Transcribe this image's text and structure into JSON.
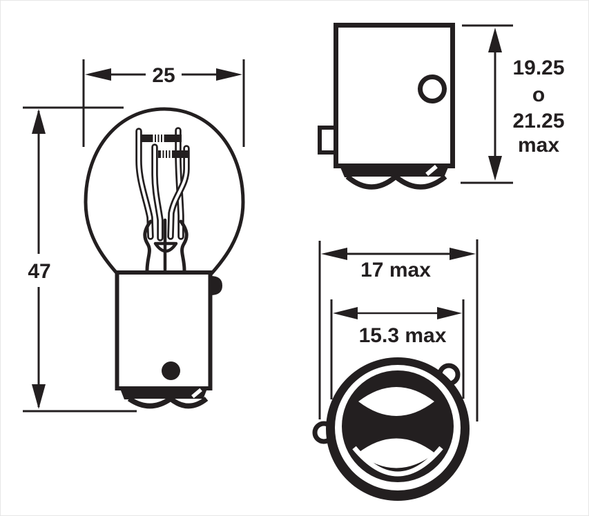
{
  "colors": {
    "ink": "#231f20",
    "background": "#ffffff"
  },
  "figures": {
    "bulb_side": {
      "width_label": "25",
      "height_label": "47"
    },
    "cap_side": {
      "height_label_lines": [
        "19.25",
        "o",
        "21.25",
        "max"
      ]
    },
    "cap_bottom": {
      "outer_diameter_label": "17 max",
      "inner_diameter_label": "15.3 max"
    }
  }
}
